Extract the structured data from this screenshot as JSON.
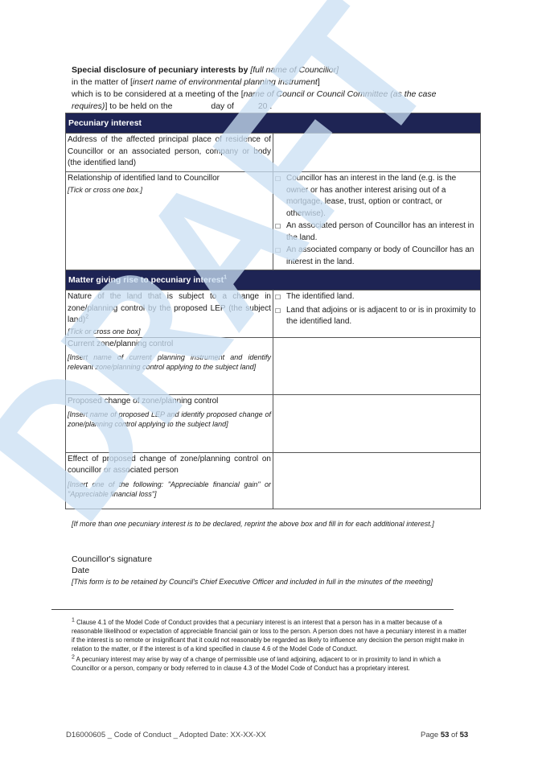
{
  "intro": {
    "line1_bold": "Special disclosure of pecuniary interests by",
    "line1_italic": "[full name of Councillor]",
    "line2_prefix": "in the matter of [",
    "line2_italic": "insert name of environmental planning instrument",
    "line2_suffix": "]",
    "line3_prefix": "which is to be considered at a meeting of the [",
    "line3_italic": "name of Council or Council Committee (as the case requires)",
    "line3_suffix": "] to be held on the",
    "day_of": "day of",
    "year": "20 ."
  },
  "table": {
    "section1_header": "Pecuniary interest",
    "row_address_label": "Address of the affected principal place of residence of Councillor or an associated person, company or body (the identified land)",
    "row_relationship_label": "Relationship of identified land to Councillor",
    "row_relationship_note": "[Tick or cross one box.]",
    "relationship_options": [
      "Councillor has an interest in the land (e.g. is the owner or has another interest arising out of a mortgage, lease, trust, option or contract, or otherwise).",
      "An associated person of Councillor has an interest in the land.",
      "An associated company or body of Councillor has an interest in the land."
    ],
    "section2_header": "Matter giving rise to pecuniary interest",
    "section2_sup": "1",
    "row_nature_label": "Nature of the land that is subject to a change in zone/planning control by the proposed LEP (the subject land)",
    "row_nature_sup": "2",
    "row_nature_note": "[Tick or cross one box]",
    "nature_options": [
      "The identified land.",
      "Land that adjoins or is adjacent to or is in proximity to the identified land."
    ],
    "row_current_label": "Current zone/planning control",
    "row_current_note": "[Insert name of current planning instrument and identify relevant zone/planning control applying to the subject land]",
    "row_proposed_label": "Proposed change of zone/planning control",
    "row_proposed_note": "[Insert name of proposed LEP and identify proposed change of zone/planning control applying to the subject land]",
    "row_effect_label": "Effect of proposed change of zone/planning control on councillor or associated person",
    "row_effect_note": "[Insert one of the following: \"Appreciable financial gain\" or \"Appreciable financial loss\"]",
    "checkbox_glyph": "☐"
  },
  "after_table_note": "[If more than one pecuniary interest is to be declared, reprint the above box and fill in for each additional interest.]",
  "signature_label": "Councillor's signature",
  "date_label": "Date",
  "retain_note": "[This form is to be retained by Council's Chief Executive Officer and included in full in the minutes of the meeting]",
  "footnotes": [
    {
      "num": "1",
      "text": "Clause 4.1 of the Model Code of Conduct provides that a pecuniary interest is an interest that a person has in a matter because of a reasonable likelihood or expectation of appreciable financial gain or loss to the person. A person does not have a pecuniary interest in a matter if the interest is so remote or insignificant that it could not reasonably be regarded as likely to influence any decision the person might make in relation to the matter, or if the interest is of a kind specified in clause 4.6 of the Model Code of Conduct."
    },
    {
      "num": "2",
      "text": "A pecuniary interest may arise by way of a change of permissible use of land adjoining, adjacent to or in proximity to land in which a Councillor or a person, company or body referred to in clause 4.3 of the Model Code of Conduct has a proprietary interest."
    }
  ],
  "footer": {
    "doc_ref": "D16000605 _ Code of Conduct _ Adopted Date: XX-XX-XX",
    "page_word": "Page",
    "page_num": "53",
    "of_word": "of",
    "page_total": "53"
  },
  "watermark": {
    "text": "DRAFT",
    "color": "#c9dff3"
  }
}
